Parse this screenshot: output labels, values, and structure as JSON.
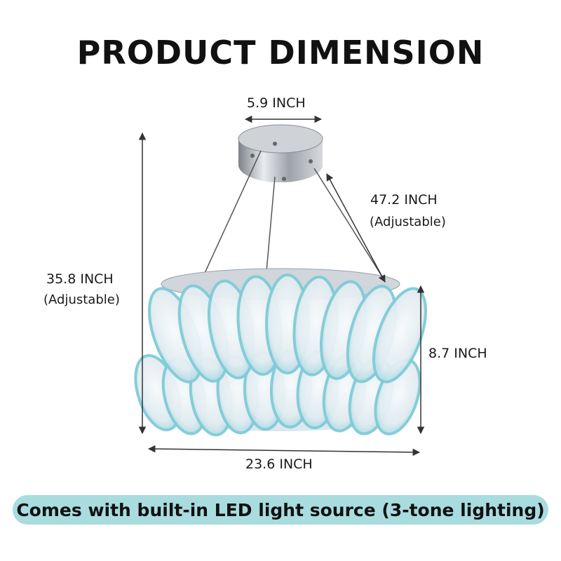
{
  "title": "PRODUCT DIMENSION",
  "dimensions": {
    "canopy_width": "5.9 INCH",
    "cable_length": "47.2 INCH",
    "cable_note": "(Adjustable)",
    "total_height": "35.8 INCH",
    "height_note": "(Adjustable)",
    "shade_height": "8.7 INCH",
    "shade_width": "23.6 INCH"
  },
  "banner_text": "Comes with built-in LED light source (3-tone lighting)",
  "colors": {
    "banner_bg": "#a9dcdf",
    "glass_blue": "#7fcbd8",
    "glass_white": "#eef3f6",
    "chrome": "#b8bcc2",
    "line": "#333333"
  }
}
